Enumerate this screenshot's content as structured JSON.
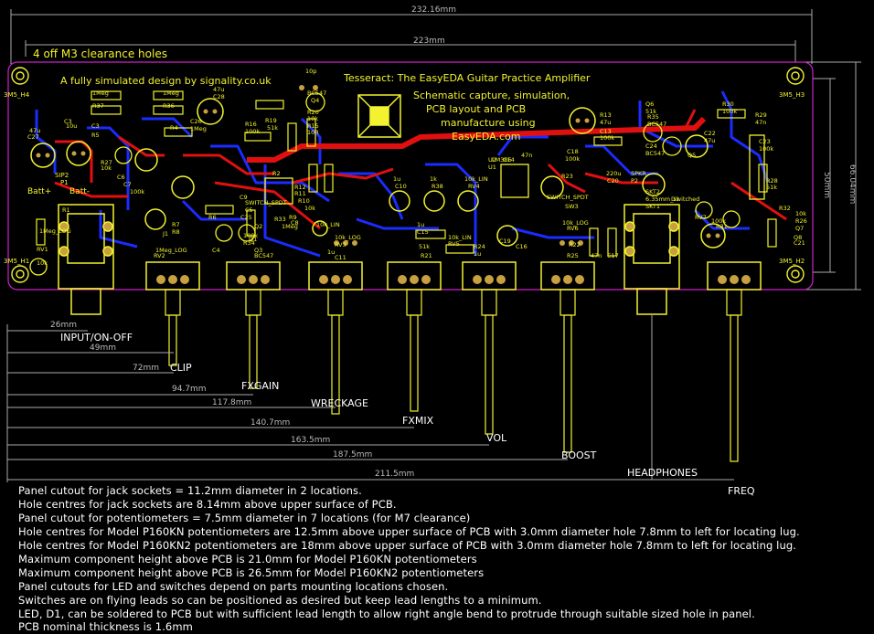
{
  "colors": {
    "background": "#000000",
    "board_outline": "#cc22cc",
    "top_copper": "#e01010",
    "bottom_copper": "#1a2cff",
    "silkscreen": "#f2f230",
    "pads": "#c8a040",
    "dimension_lines": "#aaaaaa",
    "text": "#ffffff"
  },
  "dimensions": {
    "overall_width": "232.16mm",
    "board_width": "223mm",
    "board_height": "66.04mm",
    "board_inner_height": "50mm",
    "jack_input": "26mm",
    "input_hole": "49mm",
    "clip_pot": "72mm",
    "fxgain_pot": "94.7mm",
    "wreckage_pot": "117.8mm",
    "fxmix_pot": "140.7mm",
    "vol_pot": "163.5mm",
    "boost_pot": "187.5mm",
    "headphones": "211.5mm"
  },
  "board": {
    "mounting_holes_note": "4 off M3 clearance holes",
    "credit": "A fully simulated design by signality.co.uk",
    "title": "Tesseract: The EasyEDA Guitar Practice Amplifier",
    "subtitle_lines": [
      "Schematic capture, simulation,",
      "PCB layout and PCB",
      "manufacture using",
      "EasyEDA.com"
    ],
    "hole_labels": [
      "3M5_H4",
      "3M5_H3",
      "3M5_H1",
      "3M5_H2"
    ],
    "batt_label": "Batt+",
    "batt_minus": "Batt-",
    "sip_label": "SIP2",
    "connector_p1": "P1"
  },
  "component_labels": [
    "1Meg",
    "R37",
    "1Meg",
    "R36",
    "47u",
    "C28",
    "10p",
    "C3",
    "BC547",
    "Q4",
    "47u",
    "C27",
    "10u",
    "C3",
    "R5",
    "R4",
    "C26",
    "1Meg",
    "R16",
    "100k",
    "R19",
    "51k",
    "R20",
    "10k",
    "R15",
    "10R",
    "R13",
    "47u",
    "C13",
    "100k",
    "R35",
    "BC547",
    "Q6",
    "51k",
    "R30",
    "100k",
    "R29",
    "47n",
    "C24",
    "BC547",
    "Q5",
    "C22",
    "47u",
    "C23",
    "100k",
    "R28",
    "51k",
    "R27",
    "10k",
    "R2",
    "U1",
    "U2",
    "LM386",
    "C14",
    "47n",
    "C18",
    "100k",
    "R12",
    "R11",
    "R10",
    "10k",
    "R9",
    "C8",
    "C9",
    "SWITCH_SPDT",
    "10k_LIN",
    "RV3",
    "10k_LOG",
    "1u",
    "C11",
    "1u",
    "C10",
    "1k",
    "R38",
    "1u",
    "C15",
    "10k_LIN",
    "RV4",
    "51k",
    "R21",
    "10k_LIN",
    "RV5",
    "R24",
    "1u",
    "C16",
    "C19",
    "R23",
    "SWITCH_SPDT",
    "SW3",
    "10k_LOG",
    "RV6",
    "R22",
    "R25",
    "47n",
    "C17",
    "220u",
    "C20",
    "SPKR",
    "P2",
    "SKT2",
    "6.35mm_switched",
    "SKT1",
    "D1",
    "R1",
    "10k",
    "RV1",
    "1Meg_LOG",
    "RV2",
    "1Meg_LOG",
    "BC547",
    "Q3",
    "100k",
    "R34",
    "R7",
    "R8",
    "R6",
    "C25",
    "C5",
    "C4",
    "Q2",
    "Q1",
    "J1",
    "C6",
    "C7",
    "100k",
    "R33",
    "1Meg",
    "R32",
    "10k",
    "R26",
    "Q7",
    "Q8",
    "C21",
    "RV7",
    "100k",
    "R31"
  ],
  "panel_labels": {
    "input": "INPUT/ON-OFF",
    "clip": "CLIP",
    "fxgain": "FXGAIN",
    "wreckage": "WRECKAGE",
    "fxmix": "FXMIX",
    "vol": "VOL",
    "boost": "BOOST",
    "headphones": "HEADPHONES",
    "freq": "FREQ"
  },
  "notes": [
    "Panel cutout for jack sockets = 11.2mm diameter in 2 locations.",
    "Hole centres for jack sockets are 8.14mm above upper surface of PCB.",
    "Panel cutout for potentiometers = 7.5mm diameter in 7 locations (for M7 clearance)",
    "Hole centres for Model P160KN potentiometers are 12.5mm above upper surface of PCB with 3.0mm diameter hole 7.8mm to left for locating lug.",
    "Hole centres for Model P160KN2 potentiometers are 18mm above upper surface of PCB with 3.0mm diameter hole 7.8mm to left for locating lug.",
    "Maximum component height above PCB is 21.0mm for Model P160KN potentiometers",
    "Maximum component height above PCB is 26.5mm for Model P160KN2 potentiometers",
    "Panel cutouts for LED and switches depend on parts mounting locations chosen.",
    "Switches are on flying leads so can be positioned as desired but keep lead lengths to a minimum.",
    "LED, D1, can be soldered to PCB but with sufficient lead length to allow right angle bend to protrude through suitable sized hole in panel.",
    "PCB nominal thickness is 1.6mm"
  ]
}
